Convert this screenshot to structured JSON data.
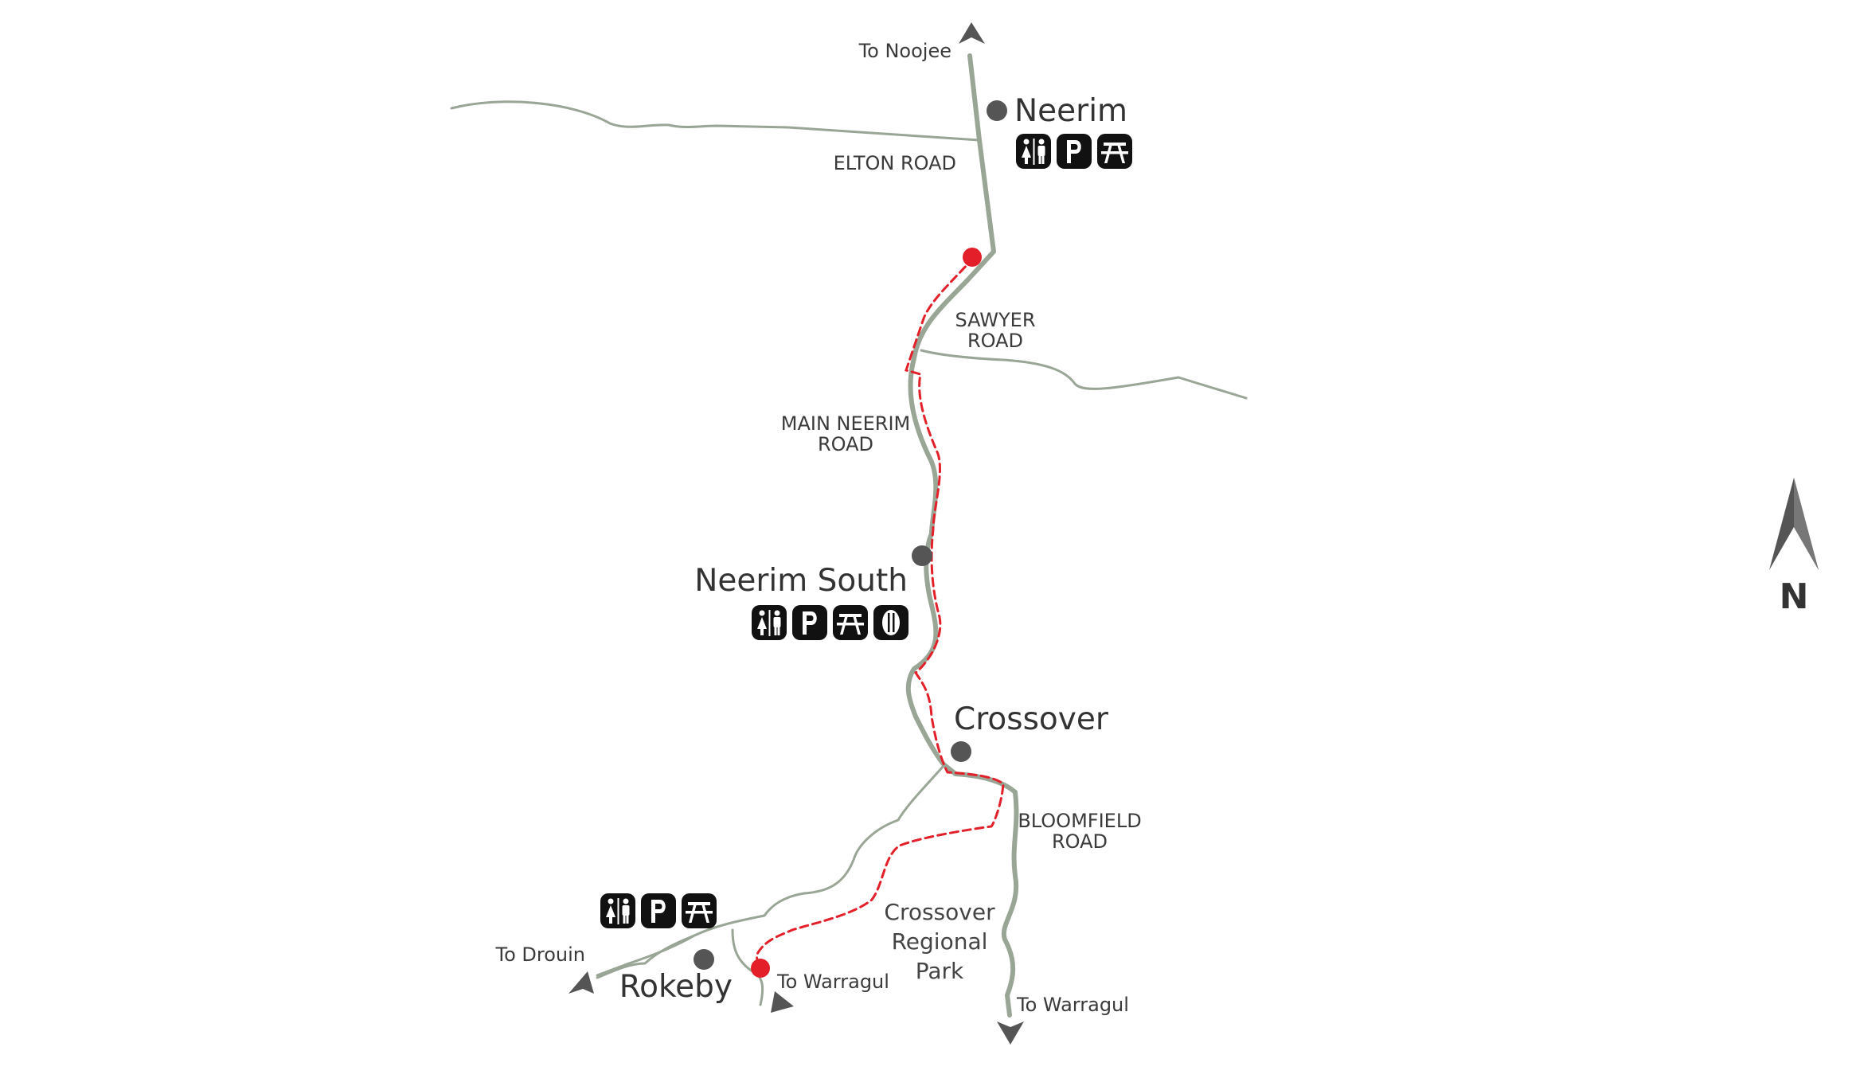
{
  "colors": {
    "road": "#99a595",
    "trail": "#e3202a",
    "town_dot": "#555555",
    "icon_bg": "#111111",
    "arrow": "#555555",
    "label": "#333333"
  },
  "towns": {
    "neerim": "Neerim",
    "neerim_south": "Neerim South",
    "crossover": "Crossover",
    "rokeby": "Rokeby"
  },
  "roads": {
    "elton": "ELTON ROAD",
    "sawyer_1": "SAWYER",
    "sawyer_2": "ROAD",
    "main_neerim_1": "MAIN NEERIM",
    "main_neerim_2": "ROAD",
    "bloomfield_1": "BLOOMFIELD",
    "bloomfield_2": "ROAD"
  },
  "destinations": {
    "noojee": "To Noojee",
    "drouin": "To Drouin",
    "warragul_west": "To Warragul",
    "warragul_east": "To Warragul"
  },
  "park": {
    "line1": "Crossover",
    "line2": "Regional",
    "line3": "Park"
  },
  "compass": {
    "label": "N",
    "icon": "north-arrow-icon"
  },
  "facility_icons": {
    "neerim": [
      "toilets-icon",
      "parking-icon",
      "picnic-table-icon"
    ],
    "neerim_south": [
      "toilets-icon",
      "parking-icon",
      "picnic-table-icon",
      "food-icon"
    ],
    "rokeby": [
      "toilets-icon",
      "parking-icon",
      "picnic-table-icon"
    ],
    "parking_glyph": "P"
  }
}
